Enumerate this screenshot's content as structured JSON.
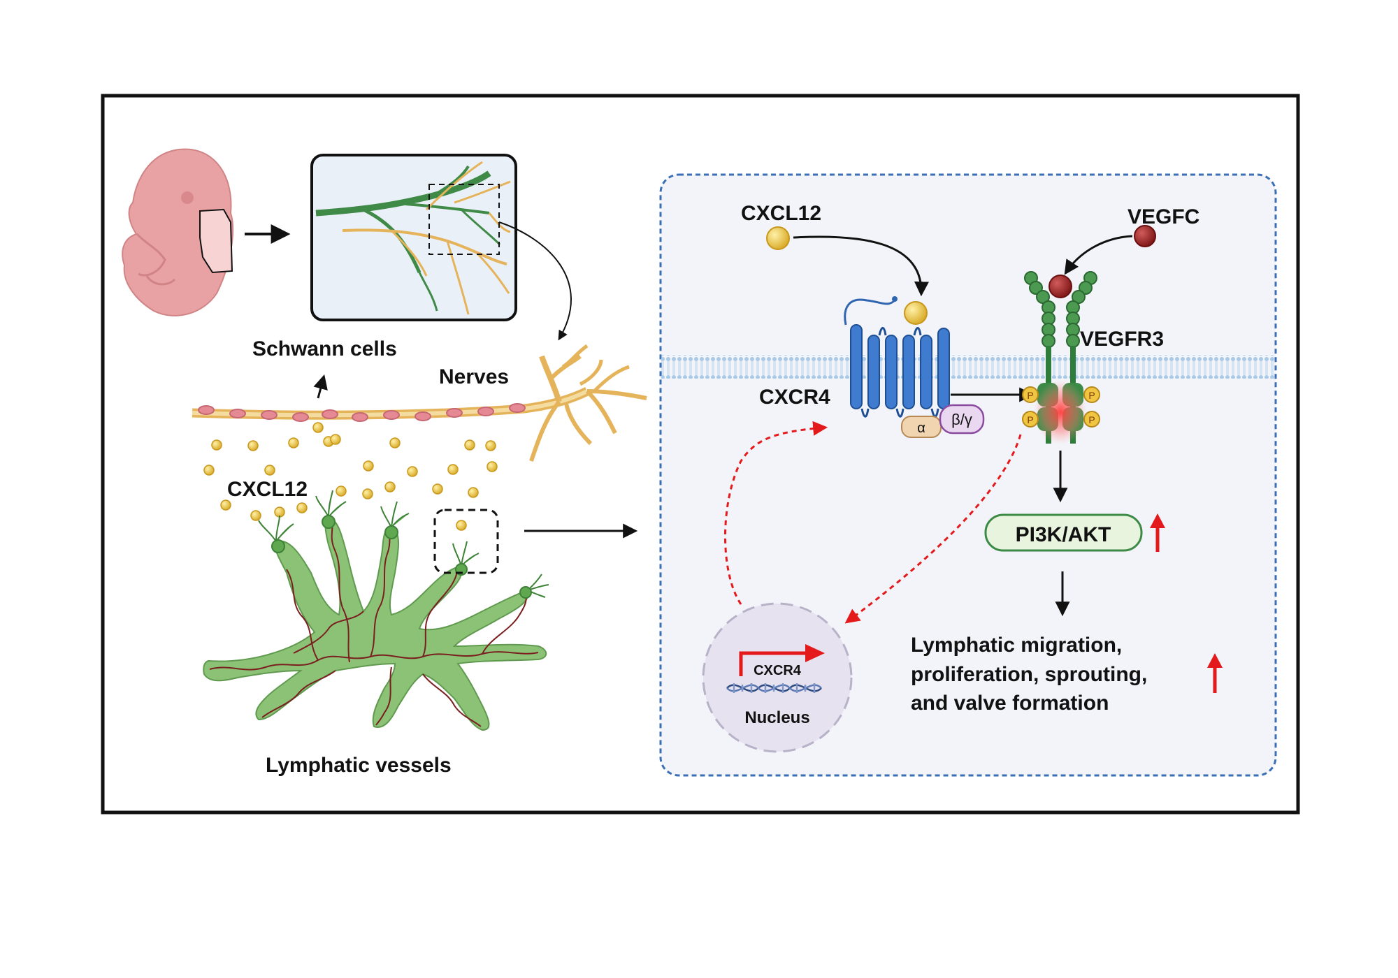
{
  "labels": {
    "schwann_cells": "Schwann cells",
    "nerves": "Nerves",
    "cxcl12_left": "CXCL12",
    "lymphatic_vessels": "Lymphatic vessels",
    "cxcl12_right": "CXCL12",
    "vegfc": "VEGFC",
    "vegfr3": "VEGFR3",
    "cxcr4": "CXCR4",
    "alpha": "α",
    "beta_gamma": "β/γ",
    "phospho": "P",
    "pi3k_akt": "PI3K/AKT",
    "outcome_line1": "Lymphatic migration,",
    "outcome_line2": "proliferation, sprouting,",
    "outcome_line3": "and valve formation",
    "gene_cxcr4": "CXCR4",
    "nucleus": "Nucleus"
  },
  "colors": {
    "frame": "#111111",
    "panel_border": "#3a6fb5",
    "panel_fill": "#f2f4f9",
    "embryo": "#e8a2a3",
    "nerve_green": "#3f8a47",
    "nerve_yellow": "#e5b35a",
    "lymph_green": "#8cc276",
    "lymph_line": "#7a1f1f",
    "cxcl12_gold": "#e7c13c",
    "vegfc_red": "#8e1d1d",
    "receptor_blue": "#2f64b0",
    "vegfr3_green": "#3c8a45",
    "inhibit_red": "#e3191b",
    "pi3k_fill": "#e8f4de"
  },
  "icons": {
    "embryo": "embryo-icon",
    "dna": "dna-icon",
    "up_arrow": "up-arrow-icon"
  }
}
